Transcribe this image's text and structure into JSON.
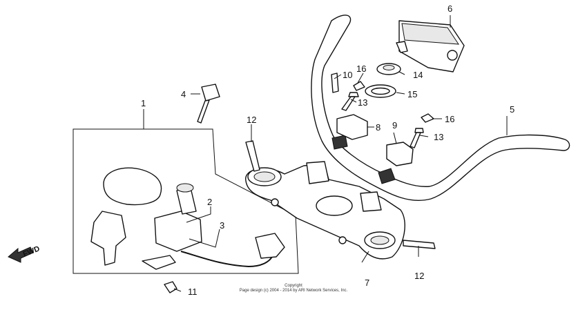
{
  "callouts": [
    "1",
    "2",
    "3",
    "4",
    "5",
    "6",
    "7",
    "8",
    "9",
    "10",
    "11",
    "12",
    "12",
    "13",
    "13",
    "14",
    "15",
    "16",
    "16"
  ],
  "fwd_label": "FWD",
  "copyright": {
    "line1": "Copyright",
    "line2": "Page design (c) 2004 - 2014 by ARI Network Services, Inc."
  }
}
